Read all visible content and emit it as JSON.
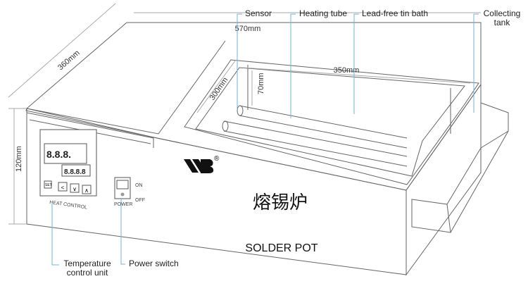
{
  "callouts": {
    "sensor": "Sensor",
    "heating_tube": "Heating tube",
    "tin_bath": "Lead-free tin bath",
    "collecting_tank_l1": "Collecting",
    "collecting_tank_l2": "tank",
    "temp_control_l1": "Temperature",
    "temp_control_l2": "control unit",
    "power_switch": "Power switch"
  },
  "dimensions": {
    "length_total": "570mm",
    "depth": "360mm",
    "height": "120mm",
    "bath_length": "350mm",
    "bath_width": "300mm",
    "bath_depth": "70mm"
  },
  "product": {
    "chinese_name": "熔锡炉",
    "english_name": "SOLDER POT",
    "brand_mark": "®"
  },
  "controller": {
    "upper_display": "8.8.8.",
    "lower_display": "8.8.8.8",
    "panel_label": "HEAT CONTROL",
    "set_key": "SET",
    "keys": [
      "<",
      "∨",
      "∧"
    ]
  },
  "switch": {
    "on_label": "ON",
    "off_label": "OFF",
    "power_label": "POWER"
  },
  "colors": {
    "outline": "#555555",
    "callout_line": "#6fb7d8",
    "dimension_text": "#333333"
  }
}
